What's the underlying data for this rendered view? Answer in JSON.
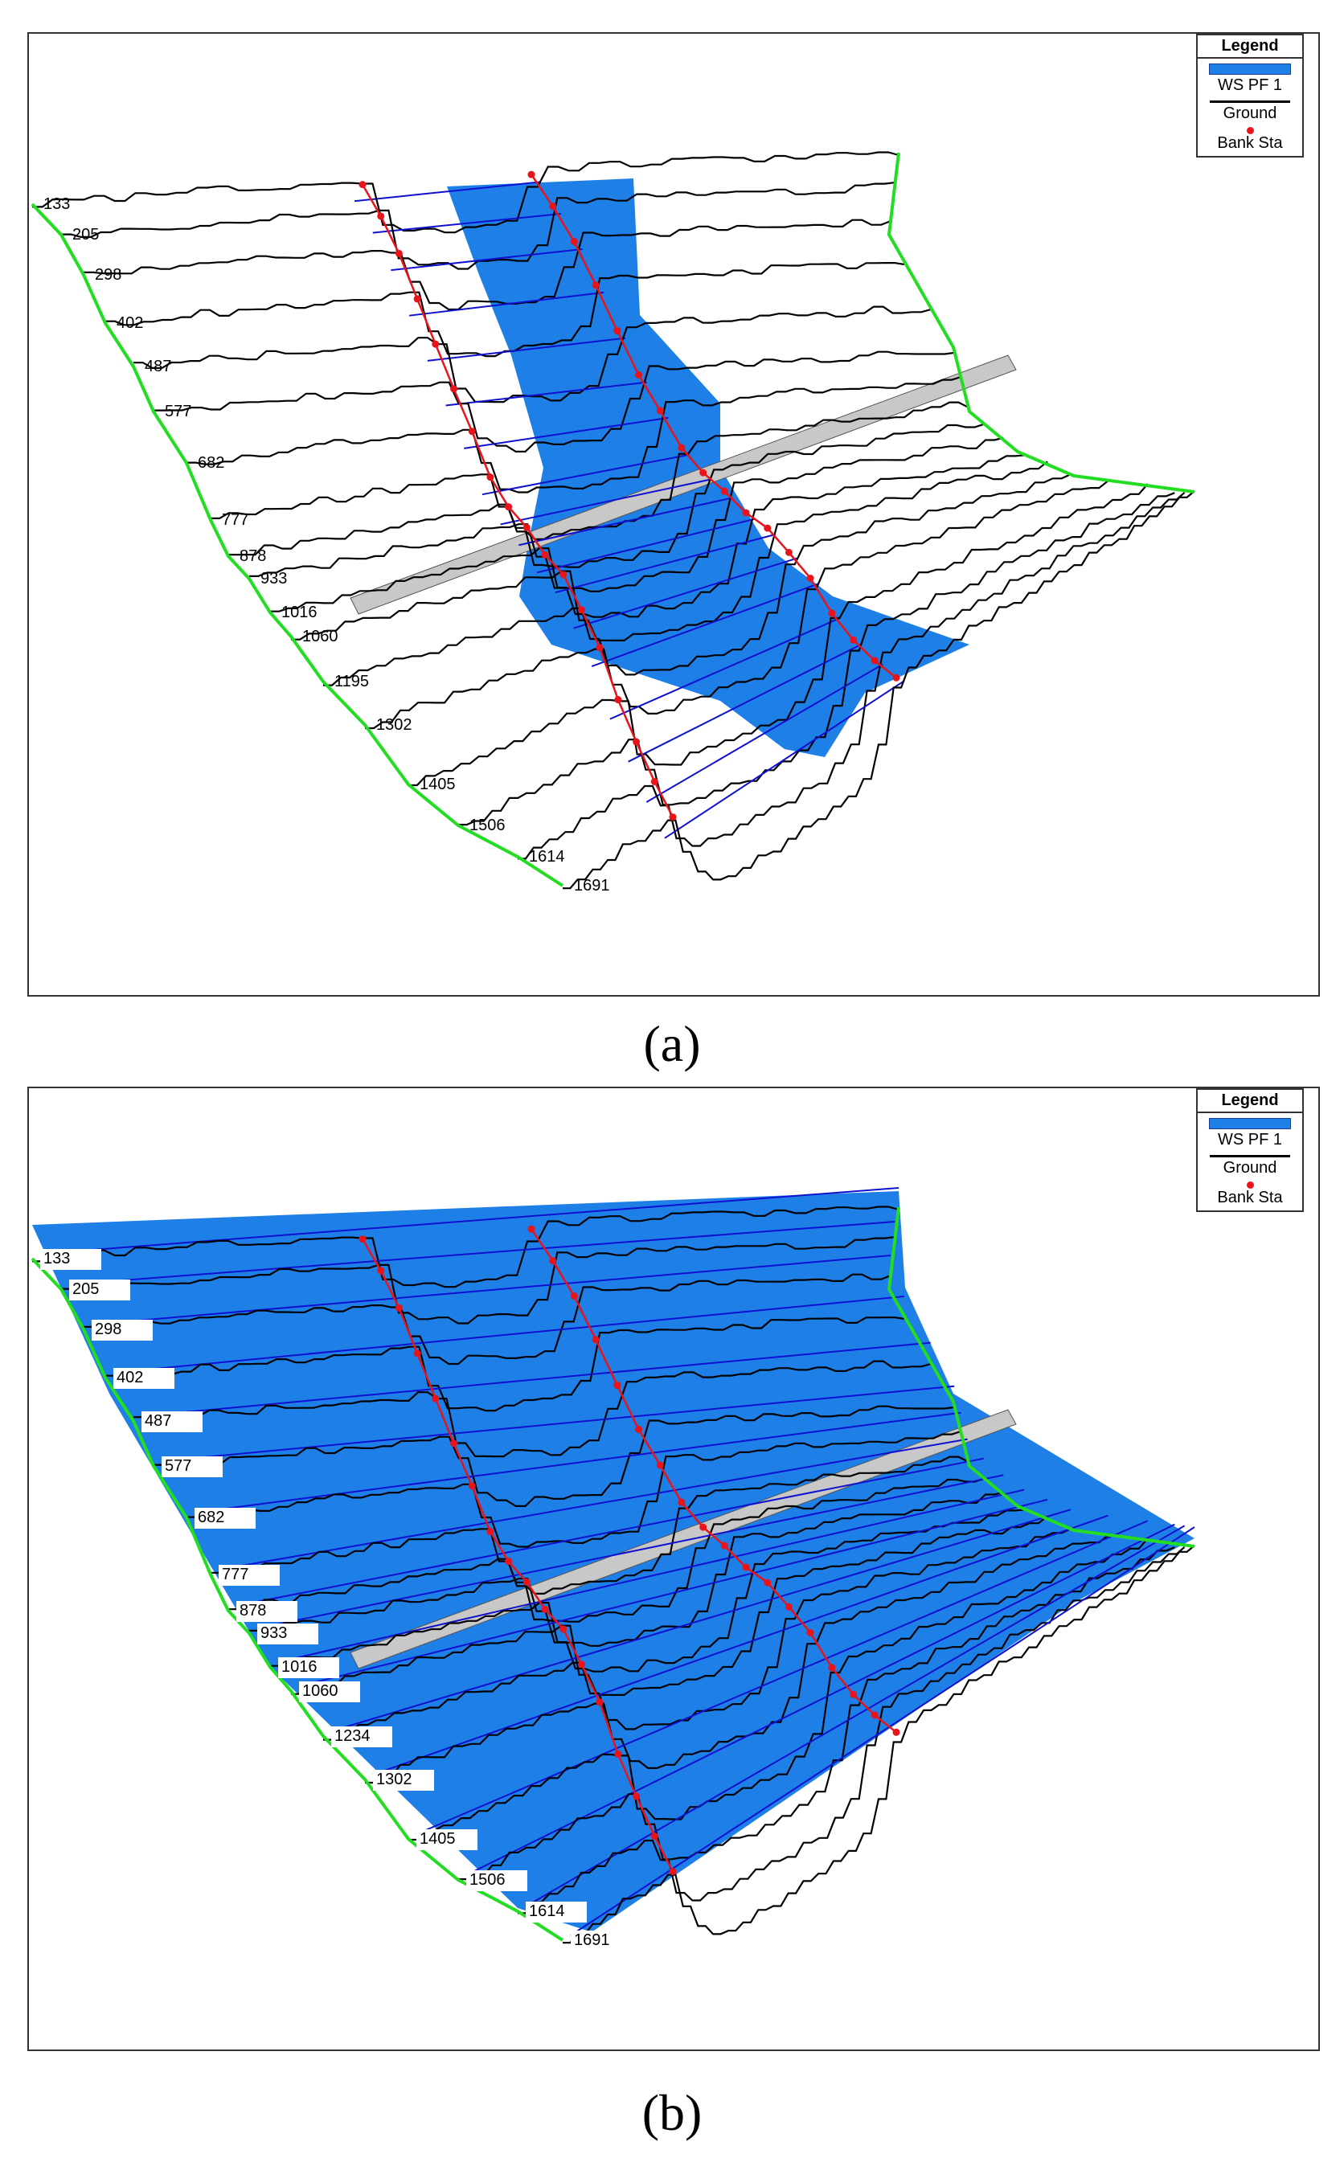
{
  "colors": {
    "water_fill": "#1e7fe6",
    "water_line": "#1010d0",
    "ground": "#000000",
    "bank": "#e8141a",
    "reach": "#22dd22",
    "bridge": "#c8c8c8"
  },
  "legend": {
    "title": "Legend",
    "water": "WS PF 1",
    "ground": "Ground",
    "bank": "Bank Sta"
  },
  "panels": [
    {
      "id": "a",
      "caption": "(a)",
      "station_labels": [
        "133",
        "205",
        "298",
        "402",
        "487",
        "577",
        "682",
        "777",
        "878",
        "933",
        "1016",
        "1060",
        "1195",
        "1302",
        "1405",
        "1506",
        "1614",
        "1691"
      ]
    },
    {
      "id": "b",
      "caption": "(b)",
      "station_labels": [
        "133",
        "205",
        "298",
        "402",
        "487",
        "577",
        "682",
        "777",
        "878",
        "933",
        "1016",
        "1060",
        "1234",
        "1302",
        "1405",
        "1506",
        "1614",
        "1691"
      ]
    }
  ]
}
